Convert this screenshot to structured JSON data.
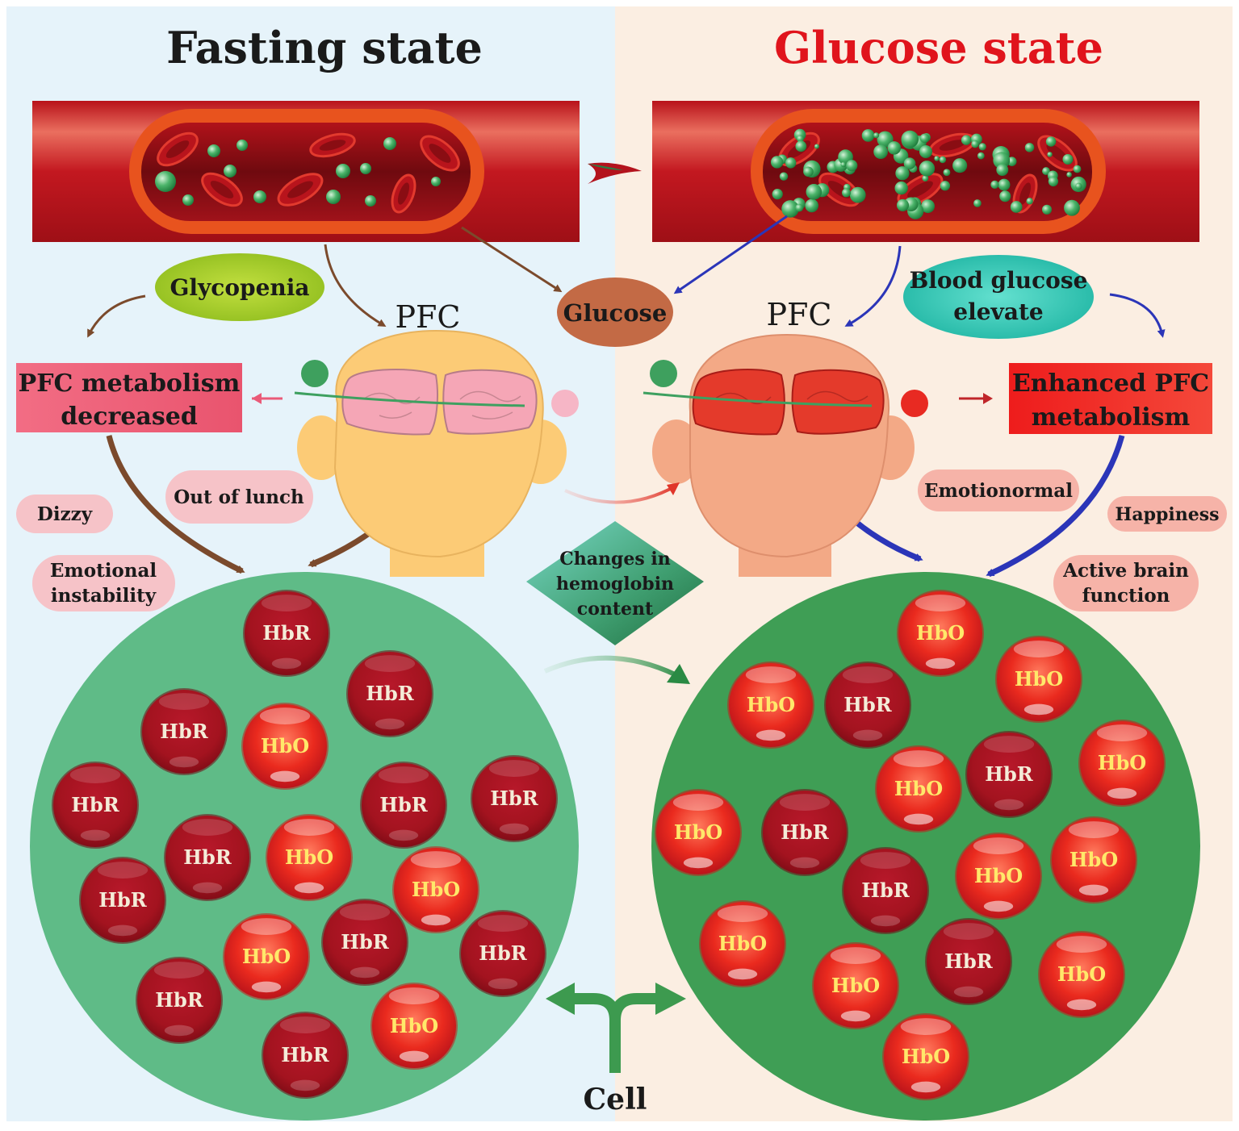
{
  "left": {
    "title": "Fasting state",
    "label_glyco": "Glycopenia",
    "label_pfc": "PFC",
    "box_line1": "PFC metabolism",
    "box_line2": "decreased",
    "symptoms": {
      "out_of_lunch": "Out of lunch",
      "dizzy": "Dizzy",
      "emotional_line1": "Emotional",
      "emotional_line2": "instability"
    }
  },
  "right": {
    "title": "Glucose state",
    "label_elev_line1": "Blood glucose",
    "label_elev_line2": "elevate",
    "label_pfc": "PFC",
    "box_line1": "Enhanced PFC",
    "box_line2": "metabolism",
    "symptoms": {
      "emotionormal": "Emotionormal",
      "happiness": "Happiness",
      "active_line1": "Active brain",
      "active_line2": "function"
    }
  },
  "center": {
    "glucose": "Glucose",
    "changes_line1": "Changes in",
    "changes_line2": "hemoglobin",
    "changes_line3": "content",
    "cell": "Cell"
  },
  "cells": {
    "hbr": "HbR",
    "hbo": "HbO"
  },
  "colors": {
    "left_bg": "#e6f3fa",
    "right_bg": "#fbeee2",
    "title_right": "#e0141c",
    "vessel": "#c4161c",
    "hbr": "#a8131f",
    "hbo": "#e8261f",
    "left_cell": "#5fbb87",
    "right_cell": "#3f9e55"
  }
}
